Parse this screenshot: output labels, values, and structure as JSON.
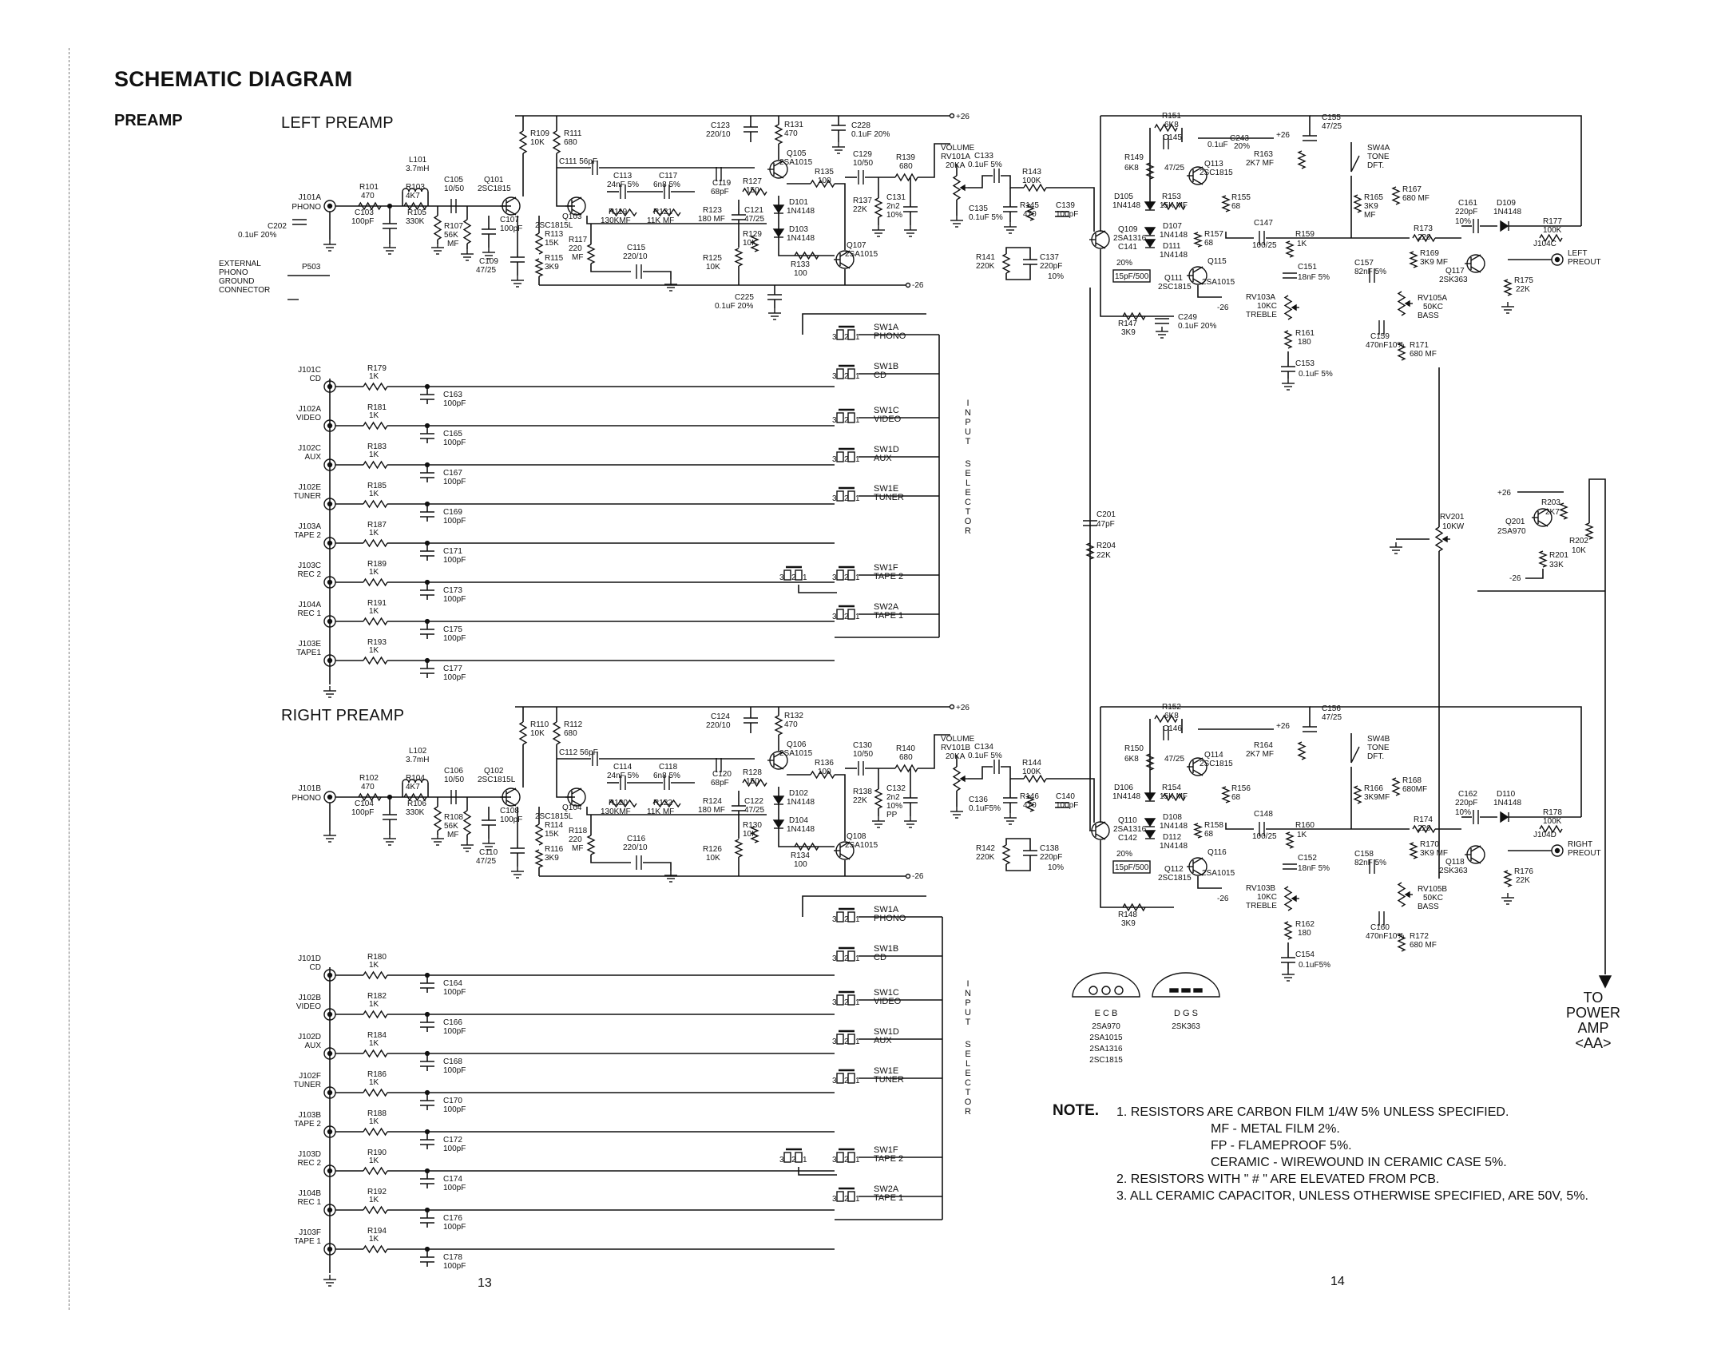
{
  "title": "SCHEMATIC DIAGRAM",
  "section": "PREAMP",
  "left_title": "LEFT PREAMP",
  "right_title": "RIGHT PREAMP",
  "left": {
    "inputs": [
      {
        "jack": "J101C",
        "name": "CD",
        "r": "R179",
        "rv": "1K",
        "c": "C163",
        "cv": "100pF"
      },
      {
        "jack": "J102A",
        "name": "VIDEO",
        "r": "R181",
        "rv": "1K",
        "c": "C165",
        "cv": "100pF"
      },
      {
        "jack": "J102C",
        "name": "AUX",
        "r": "R183",
        "rv": "1K",
        "c": "C167",
        "cv": "100pF"
      },
      {
        "jack": "J102E",
        "name": "TUNER",
        "r": "R185",
        "rv": "1K",
        "c": "C169",
        "cv": "100pF"
      },
      {
        "jack": "J103A",
        "name": "TAPE 2",
        "r": "R187",
        "rv": "1K",
        "c": "C171",
        "cv": "100pF"
      },
      {
        "jack": "J103C",
        "name": "REC 2",
        "r": "R189",
        "rv": "1K",
        "c": "C173",
        "cv": "100pF"
      },
      {
        "jack": "J104A",
        "name": "REC 1",
        "r": "R191",
        "rv": "1K",
        "c": "C175",
        "cv": "100pF"
      },
      {
        "jack": "J103E",
        "name": "TAPE1",
        "r": "R193",
        "rv": "1K",
        "c": "C177",
        "cv": "100pF"
      }
    ],
    "switches": [
      {
        "sw": "SW1A",
        "fn": "PHONO"
      },
      {
        "sw": "SW1B",
        "fn": "CD"
      },
      {
        "sw": "SW1C",
        "fn": "VIDEO"
      },
      {
        "sw": "SW1D",
        "fn": "AUX"
      },
      {
        "sw": "SW1E",
        "fn": "TUNER"
      },
      {
        "sw": "SW1F",
        "fn": "TAPE 2"
      },
      {
        "sw": "SW2A",
        "fn": "TAPE 1"
      }
    ],
    "phono_jack": "J101A",
    "phono_label": "PHONO",
    "ext_ground": "EXTERNAL PHONO GROUND CONNECTOR",
    "p503": "P503",
    "c202": "C202",
    "c202v": "0.1uF 20%",
    "volume": "VOLUME",
    "rv101": "RV101A",
    "rv101v": "20KA",
    "comps": {
      "l101": "L101",
      "l101v": "3.7mH",
      "r101": "R101",
      "r101v": "470",
      "r103": "R103",
      "r103v": "4K7",
      "c103": "C103",
      "c103v": "100pF",
      "r105": "R105",
      "r105v": "330K",
      "c105": "C105",
      "c105v": "10/50",
      "q101": "Q101",
      "q101v": "2SC1815",
      "r107": "R107",
      "r107v": "56K MF",
      "c107": "C107",
      "c107v": "100pF",
      "c109": "C109",
      "c109v": "47/25",
      "r109": "R109",
      "r109v": "10K",
      "r111": "R111",
      "r111v": "680",
      "r113": "R113",
      "r113v": "15K",
      "r115": "R115",
      "r115v": "3K9",
      "c111": "C111 56pF",
      "q103": "Q103",
      "q103v": "2SC1815L",
      "c113": "C113",
      "c113v": "24nF 5%",
      "c117": "C117",
      "c117v": "6n8 5%",
      "r117": "R117",
      "r117v": "220 MF",
      "r119": "R119",
      "r119v": "130KMF",
      "r121": "R121",
      "r121v": "11K MF",
      "c115": "C115",
      "c115v": "220/10",
      "c119": "C119",
      "c119v": "68pF",
      "r127": "R127",
      "r127v": "150",
      "r123": "R123",
      "r123v": "180 MF",
      "c121": "C121",
      "c121v": "47/25",
      "r129": "R129",
      "r129v": "10K",
      "d101": "D101",
      "d101v": "1N4148",
      "d103": "D103",
      "d103v": "1N4148",
      "r125": "R125",
      "r125v": "10K",
      "r133": "R133",
      "r133v": "100",
      "c123": "C123",
      "c123v": "220/10",
      "r131": "R131",
      "r131v": "470",
      "q105": "Q105",
      "q105v": "2SA1015",
      "r135": "R135",
      "r135v": "100",
      "c129": "C129",
      "c129v": "10/50",
      "r139": "R139",
      "r139v": "680",
      "c228": "C228",
      "c228v": "0.1uF 20%",
      "r137": "R137",
      "r137v": "22K",
      "c131": "C131",
      "c131v": "2n2 10%",
      "q107": "Q107",
      "q107v": "2SA1015",
      "c225": "C225",
      "c225v": "0.1uF 20%",
      "p26": "+26",
      "m26": "-26",
      "c133": "C133",
      "c133v": "0.1uF 5%",
      "r143": "R143",
      "r143v": "100K",
      "c135": "C135",
      "c135v": "0.1uF 5%",
      "r145": "R145",
      "r145v": "470",
      "c139": "C139",
      "c139v": "100pF",
      "r141": "R141",
      "r141v": "220K",
      "c137": "C137",
      "c137v": "220pF 10%",
      "r151": "R151",
      "r151v": "6K8",
      "c145": "C145",
      "c145v": "0.1uF",
      "c243": "C243",
      "c243v": "20%",
      "r149": "R149",
      "r149v": "6K8",
      "c47": "47/25",
      "q113": "Q113",
      "q113v": "2SC1815",
      "d105": "D105",
      "d105v": "1N4148",
      "r153": "R153",
      "r153v": "15K MF",
      "r155": "R155",
      "r155v": "68",
      "q109": "Q109",
      "q109v": "2SA1316",
      "d107": "D107",
      "d107v": "1N4148",
      "r157": "R157",
      "r157v": "68",
      "c141": "C141",
      "c141v": "20%",
      "d111": "D111",
      "d111v": "1N4148",
      "q115": "Q115",
      "q111": "Q111",
      "q111v": "2SC1815",
      "q115v": "2SA1015",
      "c141b": "15pF/500",
      "r147": "R147",
      "r147v": "3K9",
      "c249": "C249",
      "c249v": "0.1uF 20%",
      "c155": "C155",
      "c155v": "47/25",
      "r163": "R163",
      "r163v": "2K7 MF",
      "sw4a": "SW4A",
      "tone": "TONE DFT.",
      "r165": "R165",
      "r165v": "3K9 MF",
      "r167": "R167",
      "r167v": "680 MF",
      "c147": "C147",
      "c147v": "100/25",
      "r159": "R159",
      "r159v": "1K",
      "c151": "C151",
      "c151v": "18nF 5%",
      "rv103": "RV103A",
      "rv103v": "10KC",
      "treble": "TREBLE",
      "r161": "R161",
      "r161v": "180",
      "c153": "C153",
      "c153v": "0.1uF 5%",
      "c157": "C157",
      "c157v": "82nF 5%",
      "r173": "R173",
      "r173v": "220",
      "r169": "R169",
      "r169v": "3K9 MF",
      "rv105": "RV105A",
      "rv105v": "50KC",
      "bass": "BASS",
      "c159": "C159",
      "c159v": "470nF10%",
      "r171": "R171",
      "r171v": "680 MF",
      "c161": "C161",
      "c161v": "220pF 10%",
      "d109": "D109",
      "d109v": "1N4148",
      "r177": "R177",
      "r177v": "100K",
      "j104c": "J104C",
      "q117": "Q117",
      "q117v": "2SK363",
      "r175": "R175",
      "r175v": "22K",
      "preout": "LEFT PREOUT"
    }
  },
  "right": {
    "inputs": [
      {
        "jack": "J101D",
        "name": "CD",
        "r": "R180",
        "rv": "1K",
        "c": "C164",
        "cv": "100pF"
      },
      {
        "jack": "J102B",
        "name": "VIDEO",
        "r": "R182",
        "rv": "1K",
        "c": "C166",
        "cv": "100pF"
      },
      {
        "jack": "J102D",
        "name": "AUX",
        "r": "R184",
        "rv": "1K",
        "c": "C168",
        "cv": "100pF"
      },
      {
        "jack": "J102F",
        "name": "TUNER",
        "r": "R186",
        "rv": "1K",
        "c": "C170",
        "cv": "100pF"
      },
      {
        "jack": "J103B",
        "name": "TAPE 2",
        "r": "R188",
        "rv": "1K",
        "c": "C172",
        "cv": "100pF"
      },
      {
        "jack": "J103D",
        "name": "REC 2",
        "r": "R190",
        "rv": "1K",
        "c": "C174",
        "cv": "100pF"
      },
      {
        "jack": "J104B",
        "name": "REC 1",
        "r": "R192",
        "rv": "1K",
        "c": "C176",
        "cv": "100pF"
      },
      {
        "jack": "J103F",
        "name": "TAPE 1",
        "r": "R194",
        "rv": "1K",
        "c": "C178",
        "cv": "100pF"
      }
    ],
    "switches": [
      {
        "sw": "SW1A",
        "fn": "PHONO"
      },
      {
        "sw": "SW1B",
        "fn": "CD"
      },
      {
        "sw": "SW1C",
        "fn": "VIDEO"
      },
      {
        "sw": "SW1D",
        "fn": "AUX"
      },
      {
        "sw": "SW1E",
        "fn": "TUNER"
      },
      {
        "sw": "SW1F",
        "fn": "TAPE 2"
      },
      {
        "sw": "SW2A",
        "fn": "TAPE 1"
      }
    ],
    "phono_jack": "J101B",
    "phono_label": "PHONO",
    "volume": "VOLUME",
    "rv101": "RV101B",
    "rv101v": "20KA",
    "comps": {
      "l102": "L102",
      "l102v": "3.7mH",
      "r102": "R102",
      "r102v": "470",
      "r104": "R104",
      "r104v": "4K7",
      "c104": "C104",
      "c104v": "100pF",
      "r106": "R106",
      "r106v": "330K",
      "c106": "C106",
      "c106v": "10/50",
      "q102": "Q102",
      "q102v": "2SC1815L",
      "r108": "R108",
      "r108v": "56K MF",
      "c108": "C108",
      "c108v": "100pF",
      "c110": "C110",
      "c110v": "47/25",
      "r110": "R110",
      "r110v": "10K",
      "r112": "R112",
      "r112v": "680",
      "r114": "R114",
      "r114v": "15K",
      "r116": "R116",
      "r116v": "3K9",
      "c112": "C112 56pF",
      "q104": "Q104",
      "q104v": "2SC1815L",
      "c114": "C114",
      "c114v": "24nF 5%",
      "c118": "C118",
      "c118v": "6n8 5%",
      "r118": "R118",
      "r118v": "220 MF",
      "r120": "R120",
      "r120v": "130KMF",
      "r122": "R122",
      "r122v": "11K MF",
      "c116": "C116",
      "c116v": "220/10",
      "c120": "C120",
      "c120v": "68pF",
      "r128": "R128",
      "r128v": "150",
      "r124": "R124",
      "r124v": "180 MF",
      "c122": "C122",
      "c122v": "47/25",
      "r130": "R130",
      "r130v": "10K",
      "d102": "D102",
      "d102v": "1N4148",
      "d104": "D104",
      "d104v": "1N4148",
      "r126": "R126",
      "r126v": "10K",
      "r134": "R134",
      "r134v": "100",
      "c124": "C124",
      "c124v": "220/10",
      "r132": "R132",
      "r132v": "470",
      "q106": "Q106",
      "q106v": "2SA1015",
      "r136": "R136",
      "r136v": "100",
      "c130": "C130",
      "c130v": "10/50",
      "r140": "R140",
      "r140v": "680",
      "r138": "R138",
      "r138v": "22K",
      "c132": "C132",
      "c132v": "2n2 10% PP",
      "q108": "Q108",
      "q108v": "2SA1015",
      "p26": "+26",
      "m26": "-26",
      "c134": "C134",
      "c134v": "0.1uF 5%",
      "r144": "R144",
      "r144v": "100K",
      "c136": "C136",
      "c136v": "0.1uF5%",
      "r146": "R146",
      "r146v": "470",
      "c140": "C140",
      "c140v": "100pF",
      "r142": "R142",
      "r142v": "220K",
      "c138": "C138",
      "c138v": "220pF 10%",
      "r152": "R152",
      "r152v": "6K8",
      "c146": "C146",
      "r150": "R150",
      "r150v": "6K8",
      "c47": "47/25",
      "q114": "Q114",
      "q114v": "2SC1815",
      "d106": "D106",
      "d106v": "1N4148",
      "r154": "R154",
      "r154v": "15K MF",
      "r156": "R156",
      "r156v": "68",
      "q110": "Q110",
      "q110v": "2SA1316",
      "d108": "D108",
      "d108v": "1N4148",
      "r158": "R158",
      "r158v": "68",
      "c142": "C142",
      "c142v": "20%",
      "d112": "D112",
      "d112v": "1N4148",
      "q116": "Q116",
      "q112": "Q112",
      "q112v": "2SC1815",
      "q116v": "2SA1015",
      "c142b": "15pF/500",
      "r148": "R148",
      "r148v": "3K9",
      "c156": "C156",
      "c156v": "47/25",
      "r164": "R164",
      "r164v": "2K7 MF",
      "sw4b": "SW4B",
      "tone": "TONE DFT.",
      "r166": "R166",
      "r166v": "3K9MF",
      "r168": "R168",
      "r168v": "680MF",
      "c148": "C148",
      "c148v": "100/25",
      "r160": "R160",
      "r160v": "1K",
      "c152": "C152",
      "c152v": "18nF 5%",
      "rv103": "RV103B",
      "rv103v": "10KC",
      "treble": "TREBLE",
      "r162": "R162",
      "r162v": "180",
      "c154": "C154",
      "c154v": "0.1uF5%",
      "c158": "C158",
      "c158v": "82nF 5%",
      "r174": "R174",
      "r174v": "220",
      "r170": "R170",
      "r170v": "3K9 MF",
      "rv105": "RV105B",
      "rv105v": "50KC",
      "bass": "BASS",
      "c160": "C160",
      "c160v": "470nF10%",
      "r172": "R172",
      "r172v": "680 MF",
      "c162": "C162",
      "c162v": "220pF 10%",
      "d110": "D110",
      "d110v": "1N4148",
      "r178": "R178",
      "r178v": "100K",
      "j104d": "J104D",
      "q118": "Q118",
      "q118v": "2SK363",
      "r176": "R176",
      "r176v": "22K",
      "preout": "RIGHT PREOUT"
    }
  },
  "selector_label": "INPUT SELECTOR",
  "center": {
    "c201": "C201",
    "c201v": "47pF",
    "r204": "R204",
    "r204v": "22K",
    "rv201": "RV201",
    "rv201v": "10KW",
    "q201": "Q201",
    "q201v": "2SA970",
    "r203": "R203",
    "r203v": "2K7",
    "r202": "R202",
    "r202v": "10K",
    "r201": "R201",
    "r201v": "33K",
    "p26": "+26",
    "m26": "-26"
  },
  "packages": [
    {
      "pins": "E C B",
      "parts": [
        "2SA970",
        "2SA1015",
        "2SA1316",
        "2SC1815"
      ]
    },
    {
      "pins": "D G S",
      "parts": [
        "2SK363"
      ]
    }
  ],
  "to_power": [
    "TO",
    "POWER",
    "AMP",
    "<AA>"
  ],
  "note_label": "NOTE.",
  "notes": [
    "1. RESISTORS ARE CARBON FILM 1/4W 5% UNLESS SPECIFIED.",
    "MF - METAL FILM 2%.",
    "FP - FLAMEPROOF 5%.",
    "CERAMIC - WIREWOUND IN CERAMIC CASE 5%.",
    "2. RESISTORS WITH \" # \" ARE ELEVATED FROM PCB.",
    "3. ALL CERAMIC CAPACITOR, UNLESS OTHERWISE SPECIFIED, ARE 50V, 5%."
  ],
  "page_left": "13",
  "page_right": "14"
}
